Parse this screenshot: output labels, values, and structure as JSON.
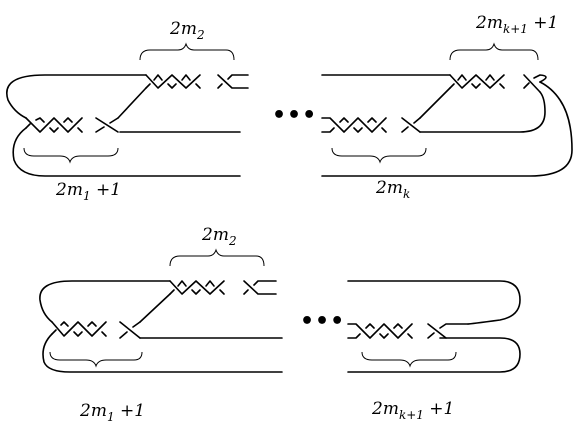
{
  "top_diagram": {
    "label_braid1": {
      "base": "2m",
      "sub": "1",
      "suffix": " +1"
    },
    "label_braid2": {
      "base": "2m",
      "sub": "2",
      "suffix": ""
    },
    "label_braidk": {
      "base": "2m",
      "sub": "k",
      "suffix": ""
    },
    "label_braidk1": {
      "base": "2m",
      "sub": "k+1",
      "suffix": " +1"
    },
    "ellipsis": "•••"
  },
  "bottom_diagram": {
    "label_braid1": {
      "base": "2m",
      "sub": "1",
      "suffix": " +1"
    },
    "label_braid2": {
      "base": "2m",
      "sub": "2",
      "suffix": ""
    },
    "label_braidk1": {
      "base": "2m",
      "sub": "k+1",
      "suffix": " +1"
    },
    "ellipsis": "•••"
  }
}
